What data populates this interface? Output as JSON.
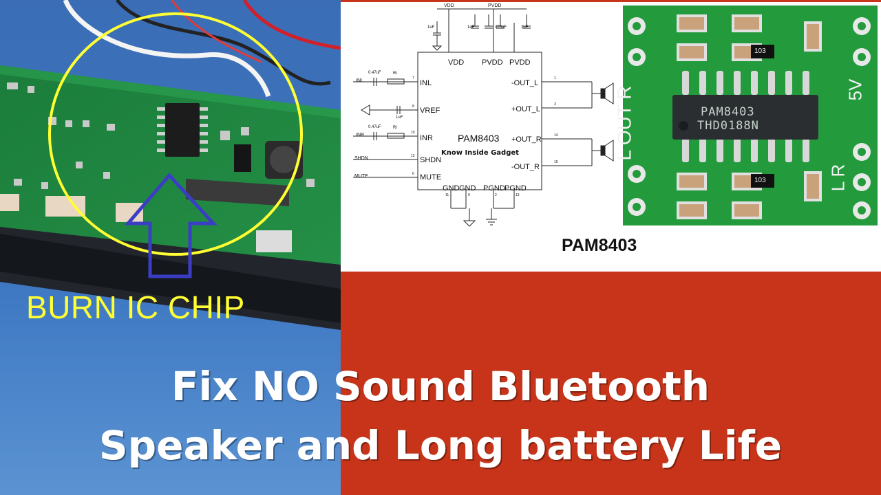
{
  "photo": {
    "callout_label": "BURN IC CHIP",
    "colors": {
      "label": "#ffff33",
      "circle": "#ffff33",
      "arrow": "#3b3ec4",
      "pcb": "#1f8a43"
    }
  },
  "schematic": {
    "chip_name": "PAM8403",
    "watermark": "Know Inside Gadget",
    "top_pins": [
      "VDD",
      "PVDD",
      "PVDD"
    ],
    "left_pins": [
      "INL",
      "VREF",
      "INR",
      "SHDN",
      "MUTE"
    ],
    "right_pins": [
      "-OUT_L",
      "+OUT_L",
      "+OUT_R",
      "-OUT_R"
    ],
    "bottom_pins": [
      "GND",
      "GND",
      "PGND",
      "PGND"
    ],
    "supply_labels": [
      "VDD",
      "PVDD"
    ],
    "input_labels": [
      "INL",
      "INR",
      "SHDN",
      "MUTE"
    ],
    "cap_labels": [
      "1uF",
      "1uF",
      "470uF",
      "1uF",
      "0.47uF",
      "1uF",
      "0.47uF"
    ],
    "resistor_labels": [
      "Ri",
      "Ri"
    ],
    "pin_numbers": [
      "7",
      "8",
      "10",
      "12",
      "6",
      "1",
      "3",
      "14",
      "16",
      "11",
      "9",
      "2",
      "13"
    ]
  },
  "module": {
    "caption": "PAM8403",
    "ic_line1": "PAM8403",
    "ic_line2": "THD0188N",
    "resistor_code": "103",
    "silk_left": "L OUT R",
    "silk_right_top": "5V",
    "silk_lr": "L R"
  },
  "headline": {
    "line1": "Fix NO Sound Bluetooth",
    "line2": "Speaker and Long battery Life"
  },
  "colors": {
    "band": "#c73419",
    "headline": "#ffffff"
  }
}
